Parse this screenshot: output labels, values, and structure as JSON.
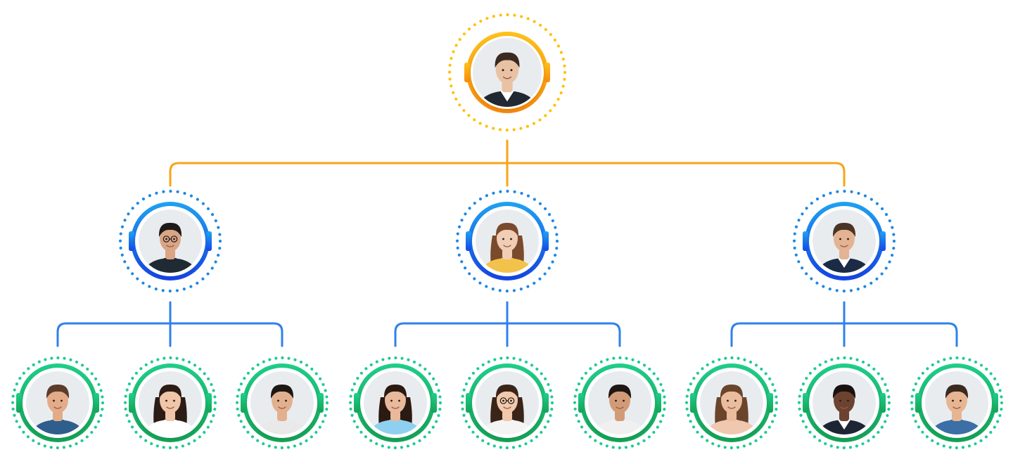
{
  "colors": {
    "background": "#ffffff",
    "level_1": {
      "start": "#ffc21a",
      "end": "#f98a0c",
      "dots": "#ffc107",
      "line": "#f9a417"
    },
    "level_2": {
      "start": "#1fa3f2",
      "end": "#1546e8",
      "dots": "#1e88e5",
      "line": "#2f80ed"
    },
    "level_3": {
      "start": "#1fcf8a",
      "end": "#14a457",
      "dots": "#1ecb93",
      "line": "#2f80ed"
    }
  },
  "hierarchy": {
    "levels": [
      {
        "level": 1,
        "members": 1
      },
      {
        "level": 2,
        "members": 3
      },
      {
        "level": 3,
        "members": 9
      }
    ],
    "nodes": [
      {
        "id": "top-manager",
        "level": 1,
        "parent": null,
        "avatar": "avatar-man-dark-hair-suit",
        "skin": "#e9c2a4",
        "hair": "#3b2a20",
        "shirt": "#222831",
        "collar": "#ffffff"
      },
      {
        "id": "manager-left",
        "level": 2,
        "parent": "top-manager",
        "avatar": "avatar-man-glasses-beard",
        "skin": "#d9a585",
        "hair": "#1f1a17",
        "shirt": "#1f2a33",
        "collar": "#1f2a33",
        "glasses": true
      },
      {
        "id": "manager-center",
        "level": 2,
        "parent": "top-manager",
        "avatar": "avatar-woman-long-brown-hair",
        "skin": "#f0cdb4",
        "hair": "#7a4a2c",
        "shirt": "#f3c24a",
        "collar": "#f3c24a",
        "long_hair": true
      },
      {
        "id": "manager-right",
        "level": 2,
        "parent": "top-manager",
        "avatar": "avatar-man-suit-smiling",
        "skin": "#e3b393",
        "hair": "#4a3426",
        "shirt": "#1b2b45",
        "collar": "#ffffff"
      },
      {
        "id": "staff-1",
        "level": 3,
        "parent": "manager-left",
        "avatar": "avatar-man-beard-denim",
        "skin": "#e3ab88",
        "hair": "#5a3d2b",
        "shirt": "#2f5e8d",
        "collar": "#2f5e8d"
      },
      {
        "id": "staff-2",
        "level": 3,
        "parent": "manager-left",
        "avatar": "avatar-woman-dark-hair",
        "skin": "#f0c6a8",
        "hair": "#2c1c16",
        "shirt": "#ffffff",
        "collar": "#ffffff",
        "long_hair": true
      },
      {
        "id": "staff-3",
        "level": 3,
        "parent": "manager-left",
        "avatar": "avatar-man-dark-hair-stubble",
        "skin": "#e2b08f",
        "hair": "#1e1713",
        "shirt": "#e9e9e9",
        "collar": "#e9e9e9"
      },
      {
        "id": "staff-4",
        "level": 3,
        "parent": "manager-center",
        "avatar": "avatar-woman-curly-hair",
        "skin": "#e8b99a",
        "hair": "#2a1a12",
        "shirt": "#8fd0f0",
        "collar": "#8fd0f0",
        "long_hair": true
      },
      {
        "id": "staff-5",
        "level": 3,
        "parent": "manager-center",
        "avatar": "avatar-woman-glasses",
        "skin": "#f1c9ad",
        "hair": "#3a2418",
        "shirt": "#f4f4f4",
        "collar": "#f4f4f4",
        "long_hair": true,
        "glasses": true
      },
      {
        "id": "staff-6",
        "level": 3,
        "parent": "manager-center",
        "avatar": "avatar-man-smiling-beard",
        "skin": "#d29b78",
        "hair": "#1e1713",
        "shirt": "#f0f0f0",
        "collar": "#f0f0f0"
      },
      {
        "id": "staff-7",
        "level": 3,
        "parent": "manager-right",
        "avatar": "avatar-woman-mature-smiling",
        "skin": "#e9bd9e",
        "hair": "#6a452c",
        "shirt": "#f0c8b0",
        "collar": "#f0c8b0",
        "long_hair": true
      },
      {
        "id": "staff-8",
        "level": 3,
        "parent": "manager-right",
        "avatar": "avatar-man-suit-dark-skin",
        "skin": "#6b4330",
        "hair": "#1b1210",
        "shirt": "#1d2433",
        "collar": "#ffffff"
      },
      {
        "id": "staff-9",
        "level": 3,
        "parent": "manager-right",
        "avatar": "avatar-man-casual-shirt",
        "skin": "#e7b592",
        "hair": "#3a2a20",
        "shirt": "#3b6fa6",
        "collar": "#3b6fa6"
      }
    ]
  }
}
